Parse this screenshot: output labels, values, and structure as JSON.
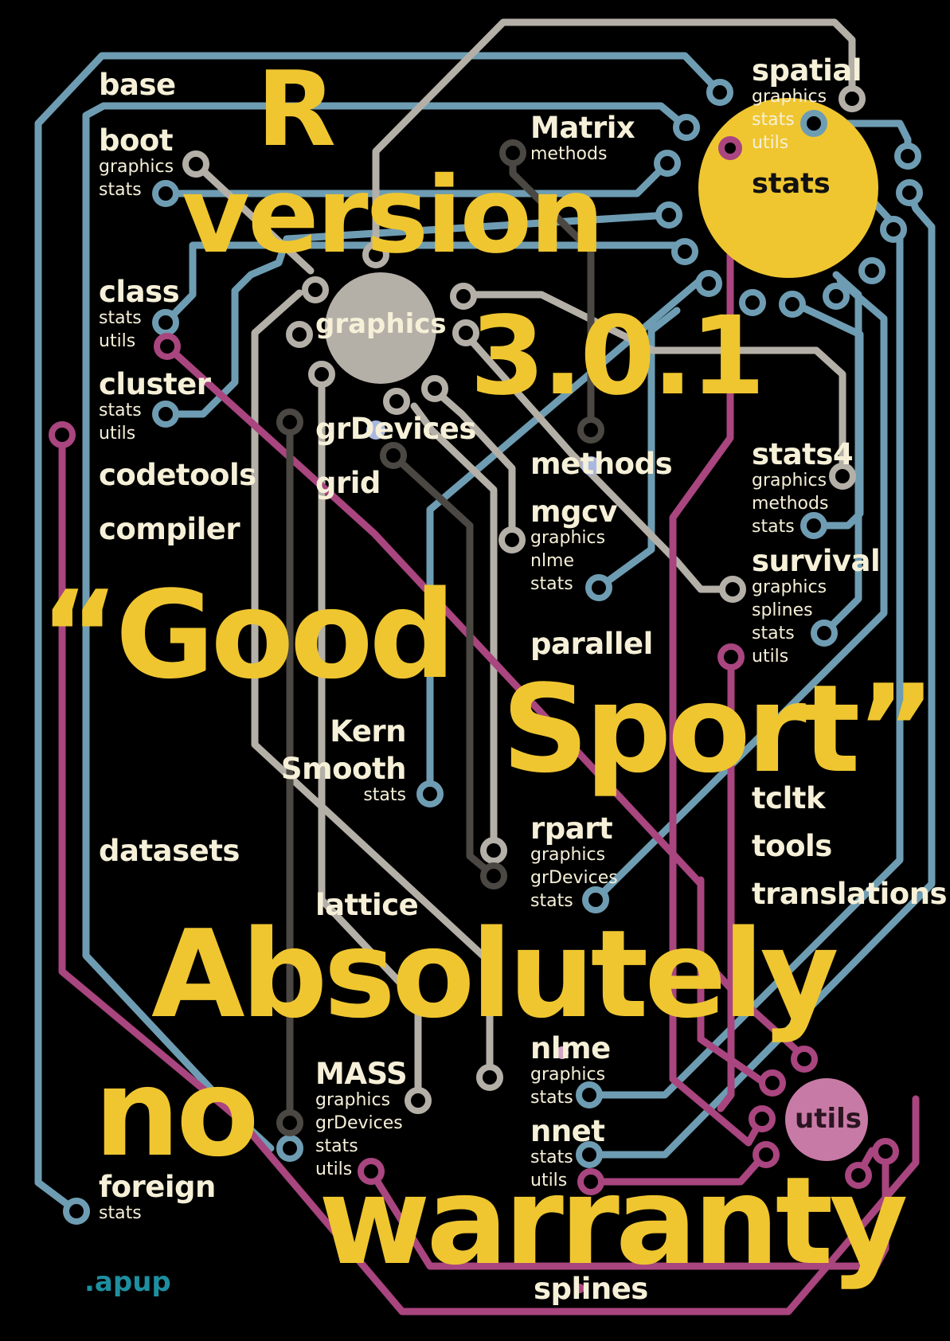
{
  "colors": {
    "background": "#000000",
    "title": "#efc630",
    "label": "#f6f0d8",
    "stats_line": "#6e9db3",
    "graphics_line": "#b4b0a8",
    "utils_line": "#a9457f",
    "methods_line": "#4b4743",
    "brand": "#1e8fa0"
  },
  "title": {
    "r": "R",
    "version": "version",
    "number": "3.0.1",
    "nickname_1": "“Good",
    "nickname_2": "Sport”",
    "tag_1": "Absolutely",
    "tag_2": "no",
    "tag_3": "warranty"
  },
  "hubs": {
    "stats": "stats",
    "graphics": "graphics",
    "utils": "utils"
  },
  "packages": {
    "base": {
      "name": "base"
    },
    "boot": {
      "name": "boot",
      "deps": [
        "graphics",
        "stats"
      ]
    },
    "class": {
      "name": "class",
      "deps": [
        "stats",
        "utils"
      ]
    },
    "cluster": {
      "name": "cluster",
      "deps": [
        "stats",
        "utils"
      ]
    },
    "codetools": {
      "name": "codetools"
    },
    "compiler": {
      "name": "compiler"
    },
    "datasets": {
      "name": "datasets"
    },
    "foreign": {
      "name": "foreign",
      "deps": [
        "stats"
      ]
    },
    "grdevices": {
      "name": "grDevices"
    },
    "grid": {
      "name": "grid"
    },
    "kernsmooth": {
      "name_1": "Kern",
      "name_2": "Smooth",
      "deps": [
        "stats"
      ]
    },
    "lattice": {
      "name": "lattice"
    },
    "mass": {
      "name": "MASS",
      "deps": [
        "graphics",
        "grDevices",
        "stats",
        "utils"
      ]
    },
    "matrix": {
      "name": "Matrix",
      "deps": [
        "methods"
      ]
    },
    "methods": {
      "name": "methods"
    },
    "mgcv": {
      "name": "mgcv",
      "deps": [
        "graphics",
        "nlme",
        "stats"
      ]
    },
    "parallel": {
      "name": "parallel"
    },
    "rpart": {
      "name": "rpart",
      "deps": [
        "graphics",
        "grDevices",
        "stats"
      ]
    },
    "nlme": {
      "name": "nlme",
      "deps": [
        "graphics",
        "stats"
      ]
    },
    "nnet": {
      "name": "nnet",
      "deps": [
        "stats",
        "utils"
      ]
    },
    "splines": {
      "name": "splines"
    },
    "spatial": {
      "name": "spatial",
      "deps": [
        "graphics",
        "stats",
        "utils"
      ]
    },
    "stats4": {
      "name": "stats4",
      "deps": [
        "graphics",
        "methods",
        "stats"
      ]
    },
    "survival": {
      "name": "survival",
      "deps": [
        "graphics",
        "splines",
        "stats",
        "utils"
      ]
    },
    "tcltk": {
      "name": "tcltk"
    },
    "tools": {
      "name": "tools"
    },
    "translations": {
      "name": "translations"
    }
  },
  "brand": ".apup"
}
